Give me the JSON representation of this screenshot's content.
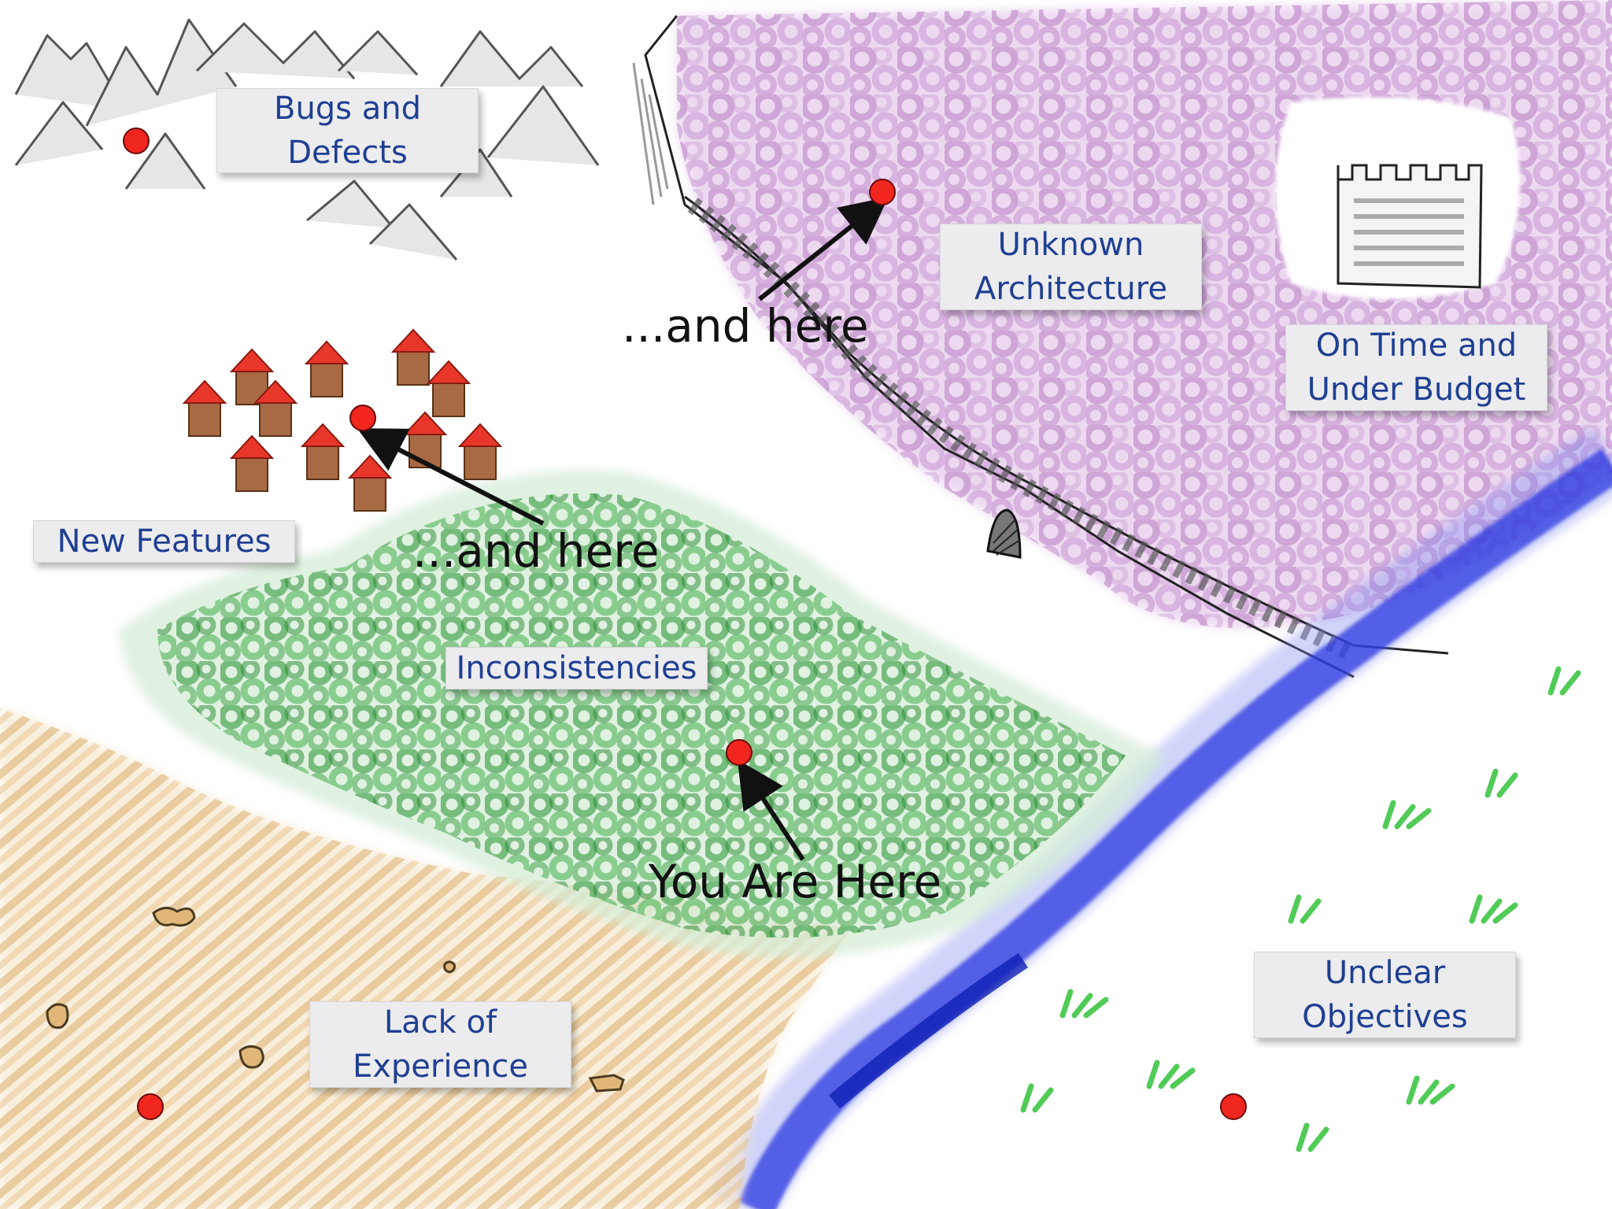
{
  "regions": {
    "bugs": {
      "line1": "Bugs and",
      "line2": "Defects"
    },
    "unknown_architecture": {
      "line1": "Unknown",
      "line2": "Architecture"
    },
    "on_time": {
      "line1": "On Time and",
      "line2": "Under Budget"
    },
    "new_features": {
      "label": "New Features"
    },
    "inconsistencies": {
      "label": "Inconsistencies"
    },
    "lack_of_experience": {
      "line1": "Lack of",
      "line2": "Experience"
    },
    "unclear_objectives": {
      "line1": "Unclear",
      "line2": "Objectives"
    }
  },
  "callouts": {
    "and_here_1": "...and here",
    "and_here_2": "...and here",
    "you_are_here": "You Are Here"
  },
  "colors": {
    "label_text": "#1f3f93",
    "label_bg": "#ececee",
    "marker": "#f0261f",
    "forest": "#2e9a3a",
    "swamp": "#c99ad0",
    "field": "#e1b779",
    "river": "#2233dd",
    "mountains": "#6e6e6e",
    "village_roof": "#e8372a",
    "village_wall": "#a86a44",
    "grass": "#4ad44a"
  },
  "icons": [
    "mountain-icon",
    "house-icon",
    "castle-icon",
    "gate-icon",
    "grass-tuft-icon",
    "rock-icon",
    "arrow-icon"
  ]
}
